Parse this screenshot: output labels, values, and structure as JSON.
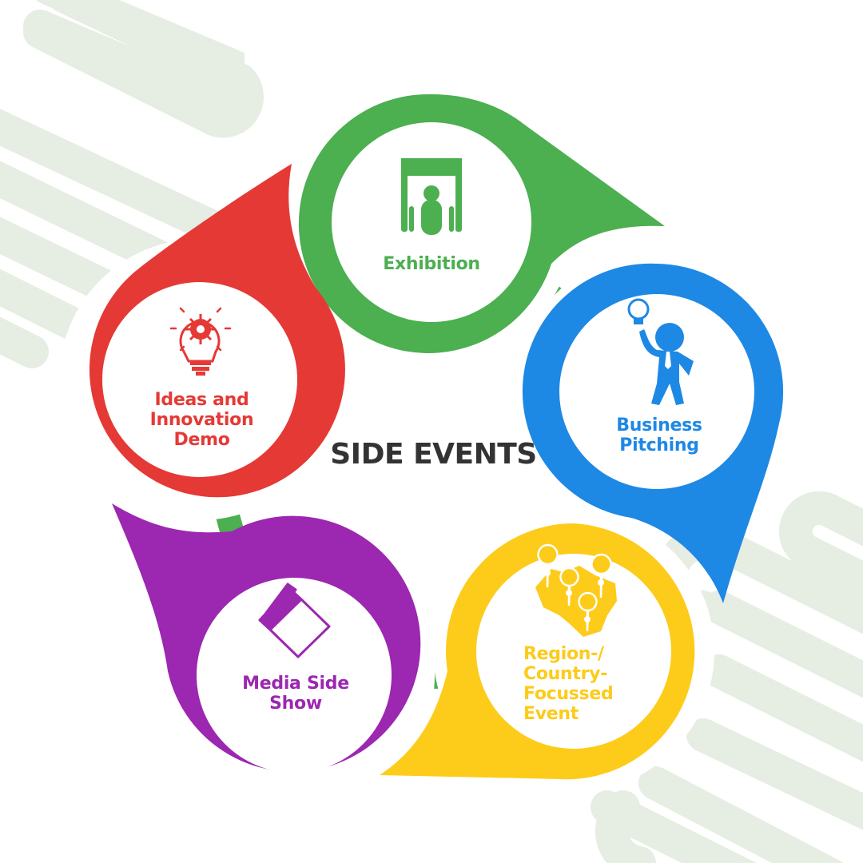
{
  "title": "SIDE EVENTS",
  "colors": {
    "background_stripes": "#e6ede2",
    "connector": "#4caf50",
    "text_dark": "#333333"
  },
  "nodes": [
    {
      "id": "exhibition",
      "label": "Exhibition",
      "lines": [
        "Exhibition"
      ],
      "color": "#4caf50",
      "icon": "exhibition-booth-icon"
    },
    {
      "id": "business-pitching",
      "label": "Business Pitching",
      "lines": [
        "Business",
        "Pitching"
      ],
      "color": "#1e88e5",
      "icon": "businessman-idea-icon"
    },
    {
      "id": "region-country-event",
      "label": "Region-/ Country-Focussed Event",
      "lines": [
        "Region-/",
        "Country-",
        "Focussed",
        "Event"
      ],
      "color": "#fdcb1a",
      "icon": "map-pins-icon"
    },
    {
      "id": "media-side-show",
      "label": "Media Side Show",
      "lines": [
        "Media Side",
        "Show"
      ],
      "color": "#9c27b0",
      "icon": "clapperboard-icon"
    },
    {
      "id": "ideas-innovation-demo",
      "label": "Ideas and Innovation Demo",
      "lines": [
        "Ideas and",
        "Innovation",
        "Demo"
      ],
      "color": "#e53935",
      "icon": "lightbulb-gear-icon"
    }
  ]
}
